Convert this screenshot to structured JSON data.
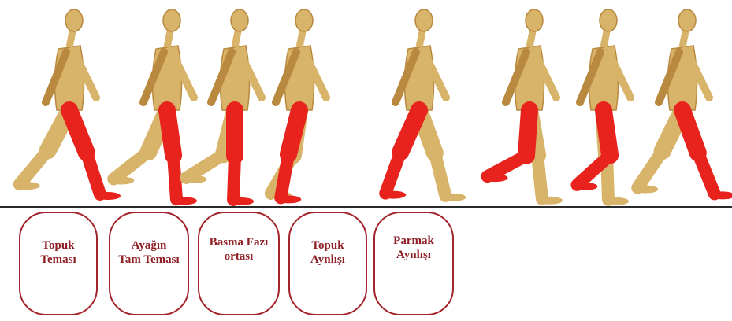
{
  "colors": {
    "skin": "#d8b46a",
    "skin_shadow": "#b8893f",
    "highlight_leg": "#e8231d",
    "box_border": "#a3242b",
    "label_text": "#8e1e24"
  },
  "phases": [
    {
      "label": "Topuk\nTeması"
    },
    {
      "label": "Ayağın\nTam Teması"
    },
    {
      "label": "Basma Fazı\nortası"
    },
    {
      "label": "Topuk\nAynlışı"
    },
    {
      "label": "Parmak\nAynlışı"
    }
  ],
  "figure_count": 8
}
